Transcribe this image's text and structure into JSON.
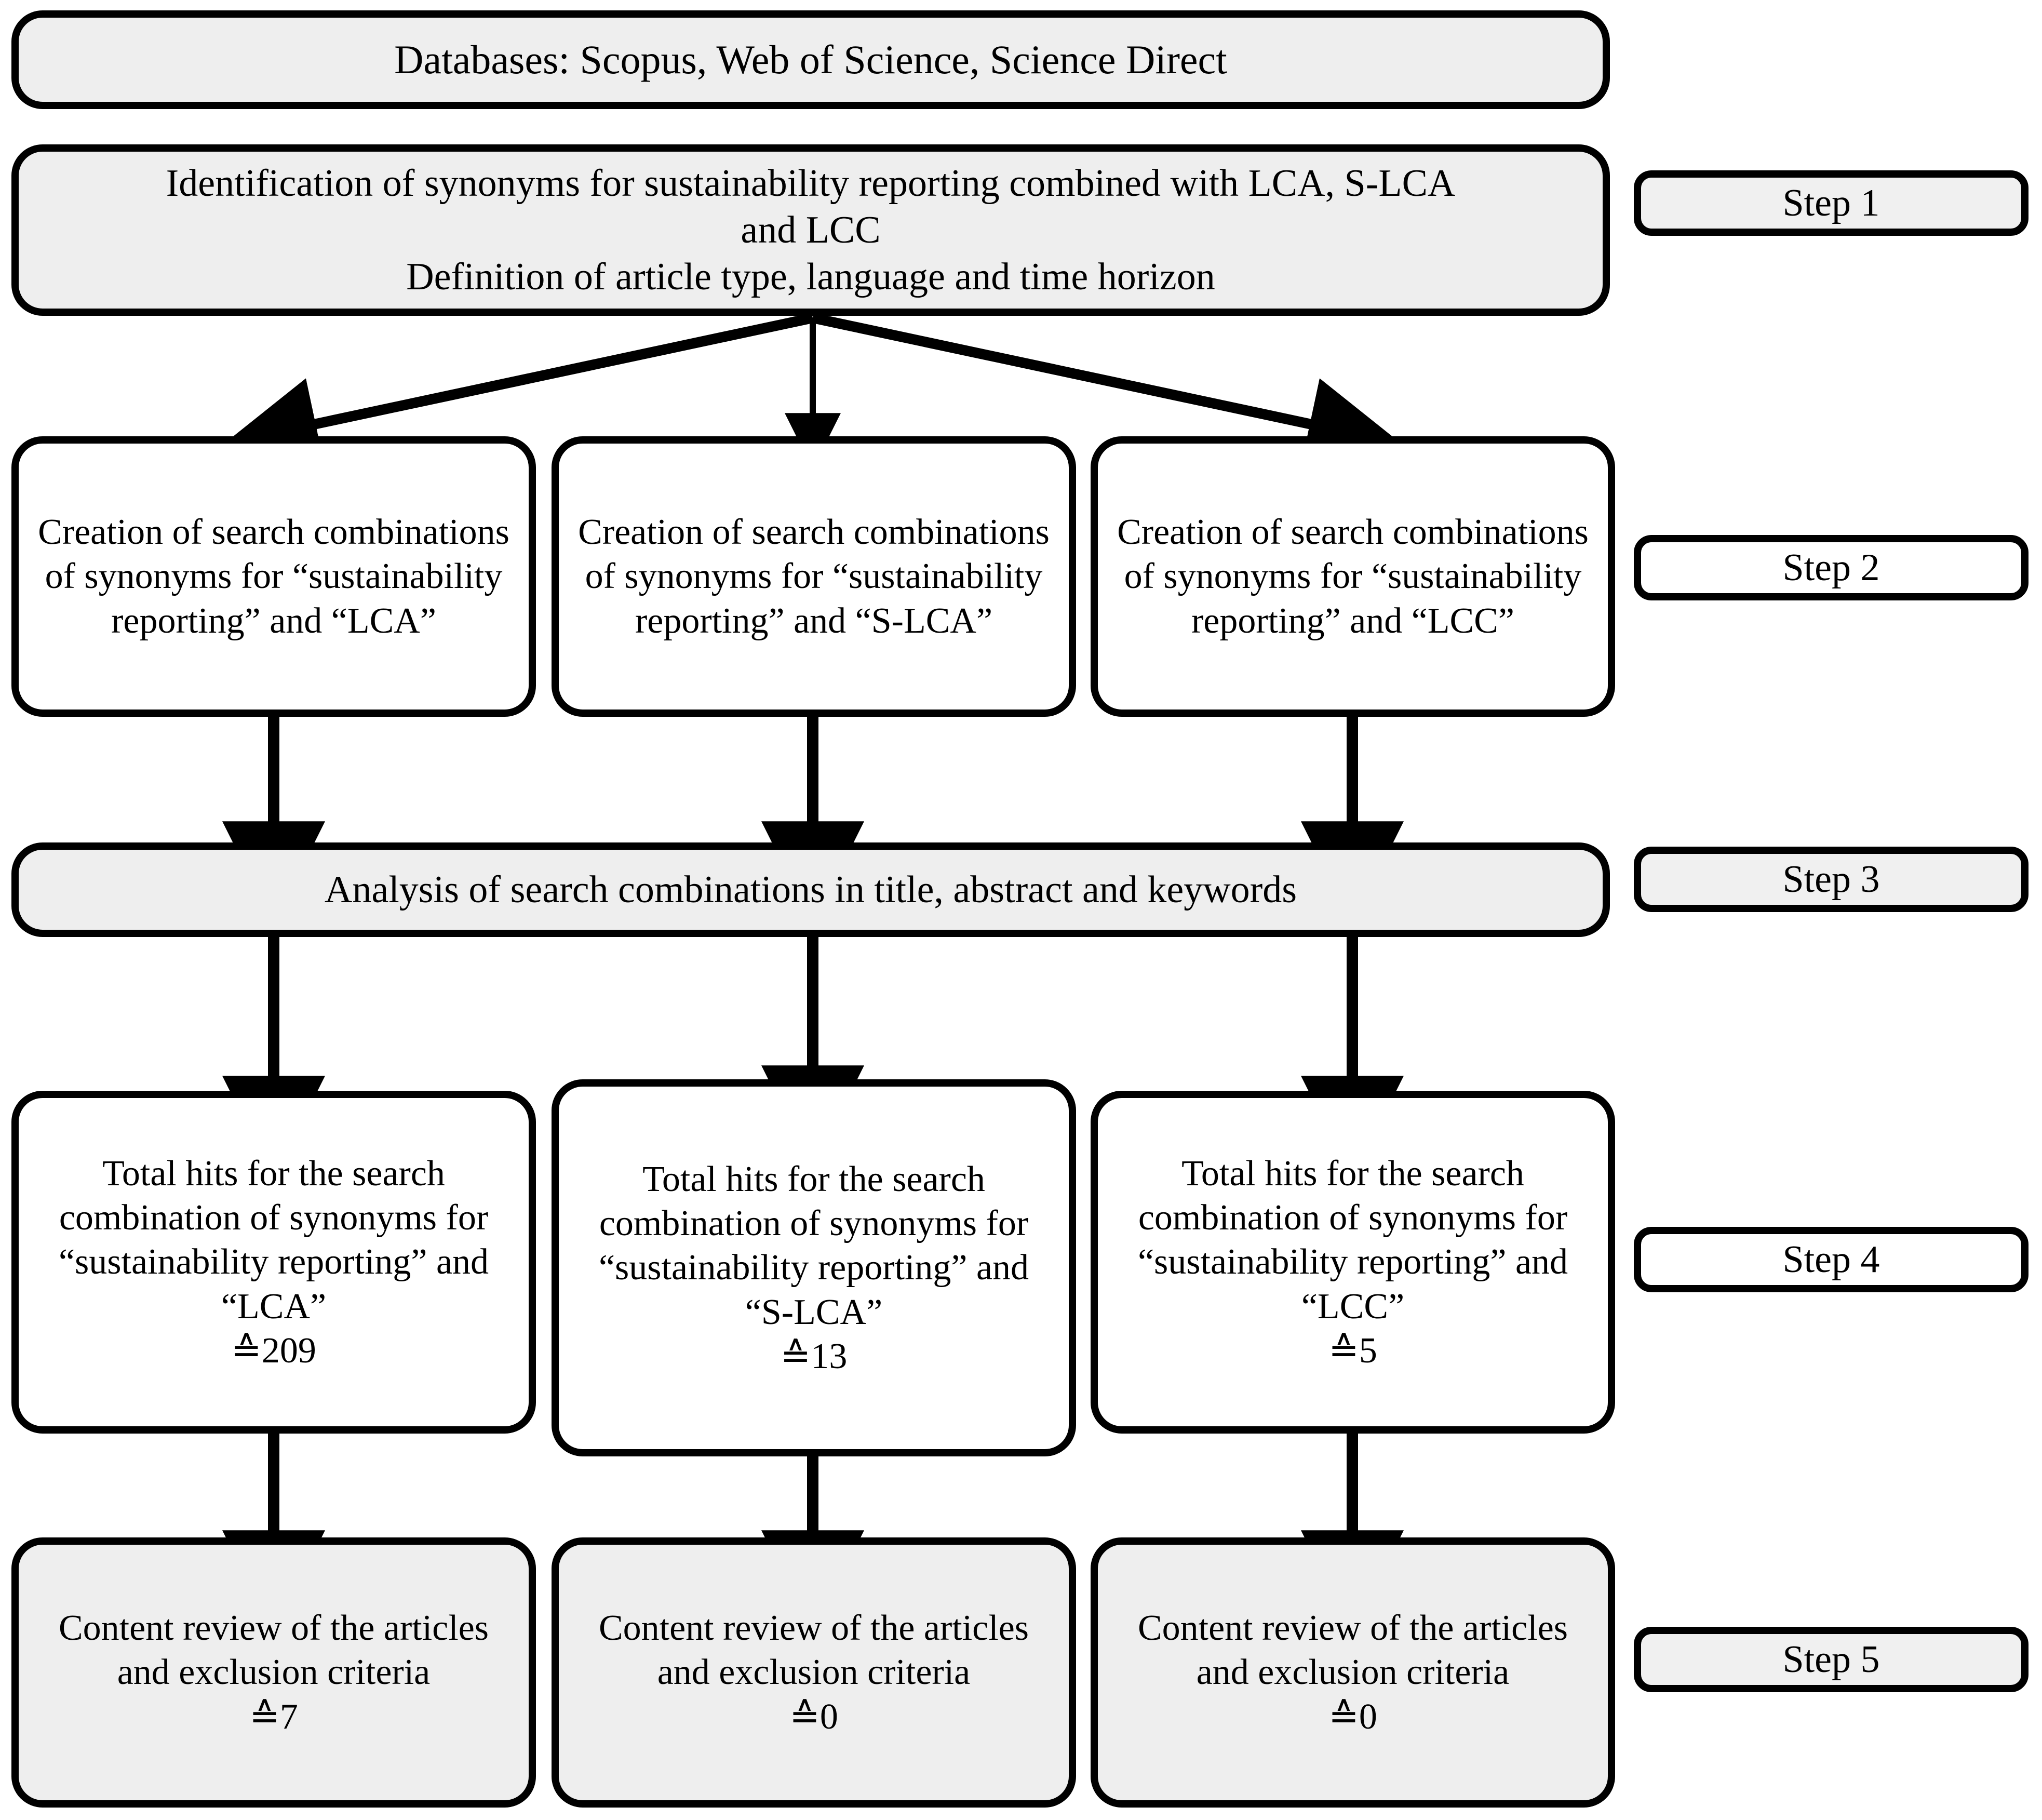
{
  "diagram": {
    "title": "Literature search methodology flowchart",
    "colors": {
      "stroke": "#000000",
      "fill_gray": "#eeeeee",
      "fill_white": "#ffffff",
      "background": "#ffffff"
    }
  },
  "nodes": {
    "databases": {
      "text": "Databases: Scopus, Web of Science, Science Direct",
      "fill": "gray"
    },
    "identification": {
      "text": "Identification of synonyms for sustainability reporting combined with LCA, S-LCA\nand LCC\nDefinition of article type, language and time horizon",
      "fill": "gray"
    },
    "analysis": {
      "text": "Analysis of search combinations in title, abstract and keywords",
      "fill": "gray"
    },
    "creation": [
      {
        "text": "Creation of search combinations of synonyms for “sustainability reporting” and “LCA”",
        "fill": "white"
      },
      {
        "text": "Creation of search combinations of synonyms for “sustainability reporting” and “S-LCA”",
        "fill": "white"
      },
      {
        "text": "Creation of search combinations of synonyms for “sustainability reporting” and “LCC”",
        "fill": "white"
      }
    ],
    "hits": [
      {
        "text": "Total hits for the search combination of synonyms for “sustainability reporting” and “LCA”\n≙209",
        "count": 209,
        "fill": "white"
      },
      {
        "text": "Total hits for the search combination of synonyms for “sustainability reporting” and “S-LCA”\n≙13",
        "count": 13,
        "fill": "white"
      },
      {
        "text": "Total hits for the search combination of synonyms for “sustainability reporting” and “LCC”\n≙5",
        "count": 5,
        "fill": "white"
      }
    ],
    "review": [
      {
        "text": "Content review of the articles and exclusion criteria\n≙7",
        "count": 7,
        "fill": "gray"
      },
      {
        "text": "Content review of the articles and exclusion criteria\n≙0",
        "count": 0,
        "fill": "gray"
      },
      {
        "text": "Content review of the articles and exclusion criteria\n≙0",
        "count": 0,
        "fill": "gray"
      }
    ]
  },
  "steps": [
    {
      "label": "Step 1",
      "fill": "gray"
    },
    {
      "label": "Step 2",
      "fill": "white"
    },
    {
      "label": "Step 3",
      "fill": "gray"
    },
    {
      "label": "Step 4",
      "fill": "white"
    },
    {
      "label": "Step 5",
      "fill": "gray"
    }
  ]
}
